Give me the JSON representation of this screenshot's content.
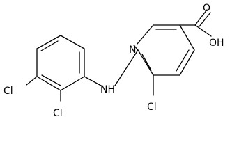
{
  "molecule": {
    "labels": {
      "carboxyl_o": "O",
      "hydroxyl": "OH",
      "ring_n": "N",
      "amine_nh": "NH",
      "cl_pyridine": "Cl",
      "cl_phenyl_ortho": "Cl",
      "cl_phenyl_meta": "Cl"
    }
  }
}
